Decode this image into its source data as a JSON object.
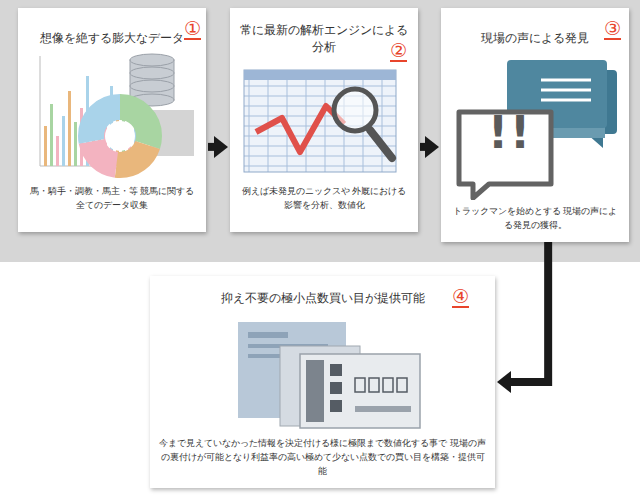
{
  "diagram": {
    "nodes": [
      {
        "text": [
          "想像を絶する膨大なデータ",
          "馬・騎手・調教・馬主・等 競馬に関する全てのデータ収集"
        ]
      },
      {
        "text": [
          "常に最新の解析エンジンによる 分析",
          "例えば未発見のニックスや 外厩における影響を分析、数値化"
        ]
      },
      {
        "text": [
          "現場の声による発見",
          "トラックマンを始めとする 現場の声による発見の獲得。"
        ]
      },
      {
        "text": [
          "抑え不要の極小点数買い目が提供可能",
          "今まで見えていなかった情報を決定付ける様に極限まで数値化する事で 現場の声の裏付けが可能となり利益率の高い極めて少ない点数での買い目を構築・提供可能"
        ]
      }
    ],
    "edges": [
      {
        "from": 0,
        "to": 1,
        "arrow": "to"
      },
      {
        "from": 1,
        "to": 2,
        "arrow": "to"
      },
      {
        "from": 2,
        "to": 3,
        "arrow": "to"
      }
    ],
    "labels": [
      "①",
      "②",
      "③",
      "④",
      "!!"
    ]
  }
}
